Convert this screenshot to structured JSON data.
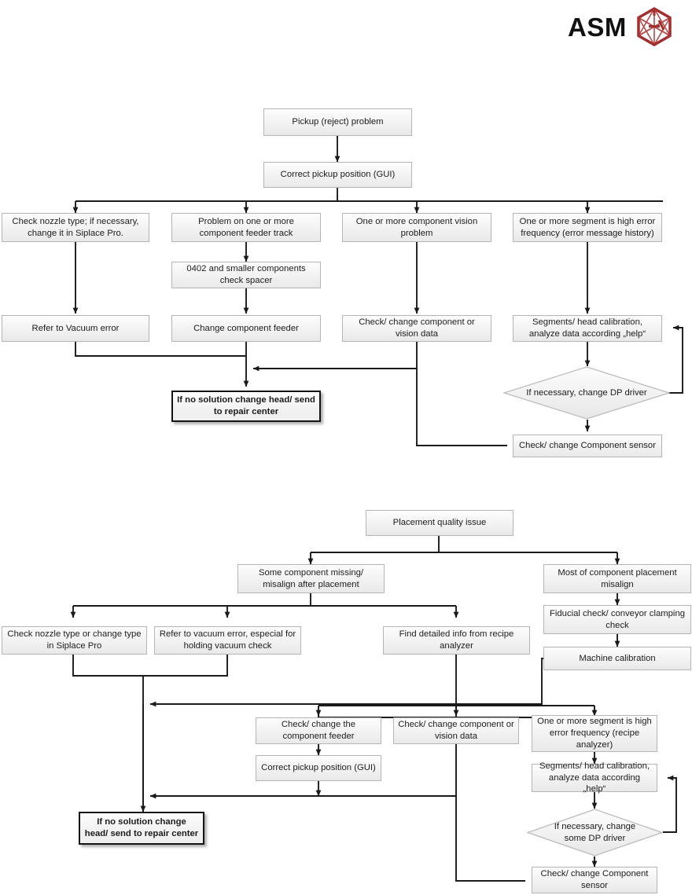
{
  "brand": {
    "name": "ASM",
    "logo_icon": "asm-hexagon-logo-icon",
    "logo_color": "#a42e2e"
  },
  "theme": {
    "node_fill_top": "#fdfdfd",
    "node_fill_bottom": "#e9e9e9",
    "node_border": "#b5b5b5",
    "emphasis_border": "#141414",
    "connector_color": "#1a1a1a",
    "page_background": "#ffffff"
  },
  "charts": [
    {
      "id": "pickup-reject-problem-flowchart",
      "title": "Pickup (reject) problem",
      "nodes": [
        {
          "id": "f1-n1",
          "label": "Pickup (reject) problem"
        },
        {
          "id": "f1-n2",
          "label": "Correct pickup position (GUI)"
        },
        {
          "id": "f1-n3",
          "label": "Check nozzle type; if necessary, change it in Siplace Pro."
        },
        {
          "id": "f1-n4",
          "label": "Problem on one or more component feeder track"
        },
        {
          "id": "f1-n5",
          "label": "One or more component vision problem"
        },
        {
          "id": "f1-n6",
          "label": "One or more segment is high error frequency (error message history)"
        },
        {
          "id": "f1-n7",
          "label": "0402 and smaller components check spacer"
        },
        {
          "id": "f1-n8",
          "label": "Refer to Vacuum error"
        },
        {
          "id": "f1-n9",
          "label": "Change component feeder"
        },
        {
          "id": "f1-n10",
          "label": "Check/ change component or vision data"
        },
        {
          "id": "f1-n11",
          "label": "Segments/ head calibration, analyze data according „help“"
        },
        {
          "id": "f1-n12",
          "label": "If no solution change head/ send to repair center"
        },
        {
          "id": "f1-n13",
          "label": "If necessary, change DP driver"
        },
        {
          "id": "f1-n14",
          "label": "Check/ change Component sensor"
        }
      ]
    },
    {
      "id": "placement-quality-issue-flowchart",
      "title": "Placement quality issue",
      "nodes": [
        {
          "id": "f2-n1",
          "label": "Placement quality issue"
        },
        {
          "id": "f2-n2",
          "label": "Some component missing/ misalign after placement"
        },
        {
          "id": "f2-n3",
          "label": "Most of component placement misalign"
        },
        {
          "id": "f2-n4",
          "label": "Check nozzle type or change type in Siplace Pro"
        },
        {
          "id": "f2-n5",
          "label": "Refer to vacuum error, especial for holding vacuum check"
        },
        {
          "id": "f2-n6",
          "label": "Find detailed info from recipe analyzer"
        },
        {
          "id": "f2-n7",
          "label": "Fiducial check/ conveyor clamping check"
        },
        {
          "id": "f2-n8",
          "label": "Machine calibration"
        },
        {
          "id": "f2-n9",
          "label": "Check/ change the component feeder"
        },
        {
          "id": "f2-n10",
          "label": "Check/ change component or vision data"
        },
        {
          "id": "f2-n11",
          "label": "One or more segment is high error frequency (recipe analyzer)"
        },
        {
          "id": "f2-n12",
          "label": "Correct pickup position (GUI)"
        },
        {
          "id": "f2-n13",
          "label": "Segments/ head calibration, analyze data according „help“"
        },
        {
          "id": "f2-n14",
          "label": "If necessary, change some DP driver"
        },
        {
          "id": "f2-n15",
          "label": "If no solution change head/ send to repair center"
        },
        {
          "id": "f2-n16",
          "label": "Check/ change Component sensor"
        }
      ]
    }
  ]
}
